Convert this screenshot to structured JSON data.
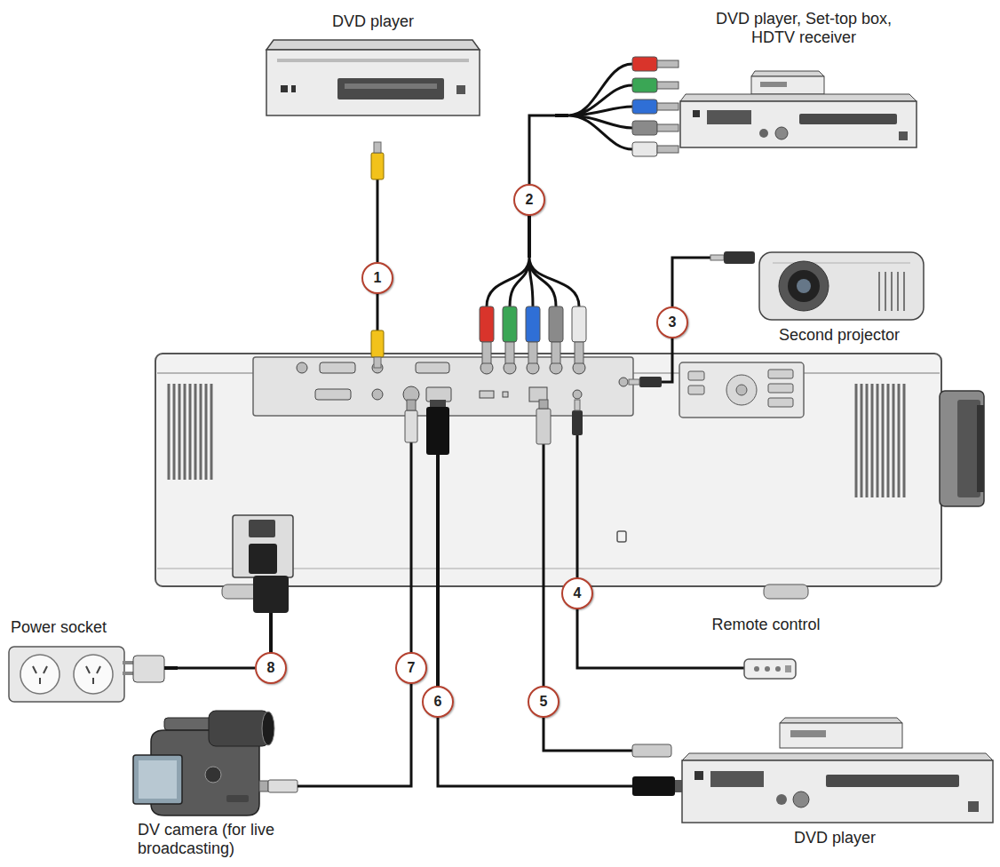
{
  "diagram": {
    "nodes": [
      {
        "text": [
          "DVD player"
        ]
      },
      {
        "text": [
          "1"
        ]
      },
      {
        "text": [
          "DVD player, Set-top box, HDTV receiver"
        ]
      },
      {
        "text": [
          "2"
        ]
      },
      {
        "text": [
          "Second projector"
        ]
      },
      {
        "text": [
          "3"
        ]
      },
      {
        "text": [
          "4"
        ]
      },
      {
        "text": [
          "Remote control"
        ]
      },
      {
        "text": [
          "5"
        ]
      },
      {
        "text": [
          "6"
        ]
      },
      {
        "text": [
          "DVD player"
        ]
      },
      {
        "text": [
          "7"
        ]
      },
      {
        "text": [
          "DV camera (for live broadcasting)"
        ]
      },
      {
        "text": [
          "8"
        ]
      },
      {
        "text": [
          "Power socket"
        ]
      }
    ],
    "edges": [
      {
        "from": 0,
        "to": 1,
        "arrow": "none"
      },
      {
        "from": 2,
        "to": 3,
        "arrow": "none"
      },
      {
        "from": 4,
        "to": 5,
        "arrow": "none"
      },
      {
        "from": 7,
        "to": 6,
        "arrow": "none"
      },
      {
        "from": 10,
        "to": 8,
        "arrow": "none"
      },
      {
        "from": 10,
        "to": 9,
        "arrow": "none"
      },
      {
        "from": 12,
        "to": 11,
        "arrow": "none"
      },
      {
        "from": 14,
        "to": 13,
        "arrow": "none"
      }
    ]
  }
}
